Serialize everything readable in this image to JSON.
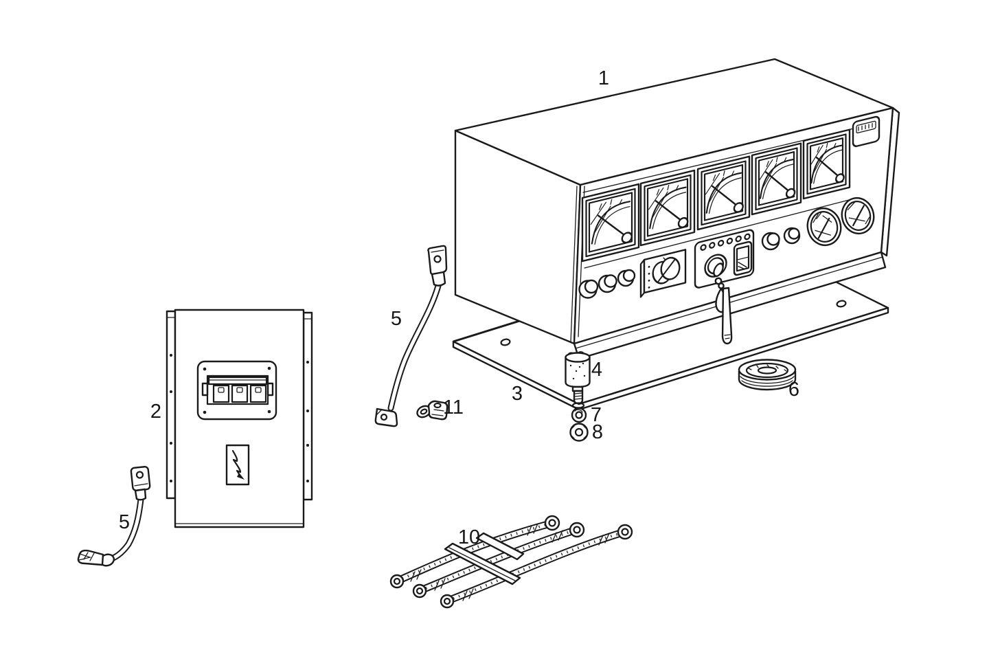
{
  "figure": {
    "kind": "exploded parts diagram",
    "colors": {
      "ink": "#1a1a1a",
      "paper": "#ffffff"
    }
  },
  "callouts": {
    "panel_unit": "1",
    "mounting_panel": "2",
    "base_plate": "3",
    "vibration_mount": "4",
    "cable_upper": "5",
    "cable_lower": "5",
    "grommet": "6",
    "washer": "7",
    "nut": "8",
    "cable_set": "10",
    "clamp": "11"
  }
}
